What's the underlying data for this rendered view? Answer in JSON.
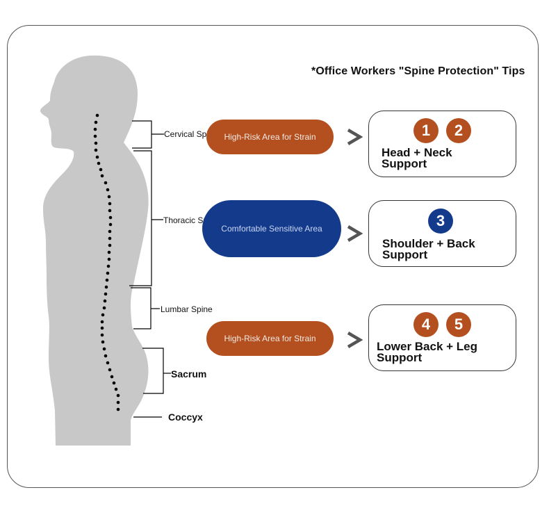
{
  "title": "*Office Workers \"Spine Protection\" Tips",
  "colors": {
    "high_risk": "#b4501f",
    "comfortable": "#143a8c",
    "silhouette": "#c8c8c8",
    "chevron": "#555555"
  },
  "spine_labels": {
    "cervical": "Cervical Spine",
    "thoracic": "Thoracic Spine",
    "lumbar": "Lumbar Spine",
    "sacrum": "Sacrum",
    "coccyx": "Coccyx"
  },
  "zones": [
    {
      "area": "High-Risk Area for Strain",
      "tip": {
        "badges": [
          "1",
          "2"
        ],
        "line1": "Head + Neck",
        "line2": "Support"
      }
    },
    {
      "area": "Comfortable Sensitive Area",
      "tip": {
        "badges": [
          "3"
        ],
        "line1": "Shoulder + Back",
        "line2": "Support"
      }
    },
    {
      "area": "High-Risk Area for Strain",
      "tip": {
        "badges": [
          "4",
          "5"
        ],
        "line1": "Lower Back + Leg",
        "line2": "Support"
      }
    }
  ]
}
